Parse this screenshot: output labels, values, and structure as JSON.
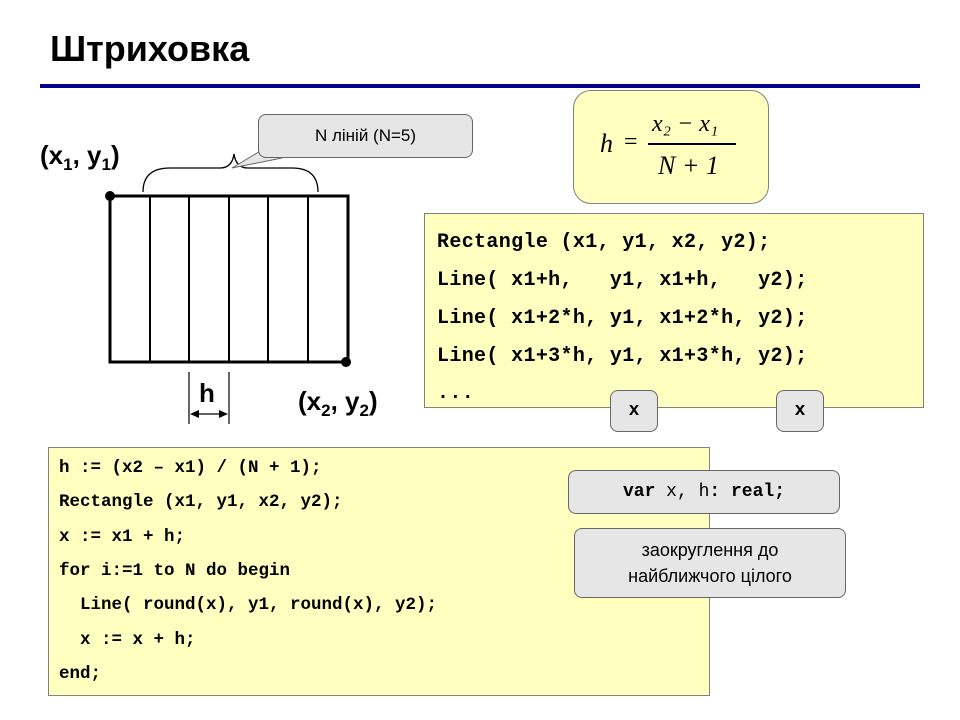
{
  "slide": {
    "title": "Штриховка"
  },
  "diagram": {
    "corner1": {
      "text": "(x",
      "sub1": "1",
      "mid": ", y",
      "sub2": "1",
      "end": ")"
    },
    "corner2": {
      "text": "(x",
      "sub1": "2",
      "mid": ", y",
      "sub2": "2",
      "end": ")"
    },
    "lines_callout": "N ліній (N=5)",
    "h_label": "h"
  },
  "formula": {
    "lhs": "h",
    "eq": "=",
    "numerator": "x₂ − x₁",
    "denominator": "N + 1"
  },
  "code_top": [
    "Rectangle (x1, y1, x2, y2);",
    "Line( x1+h,   y1, x1+h,   y2);",
    "Line( x1+2*h, y1, x1+2*h, y2);",
    "Line( x1+3*h, y1, x1+3*h, y2);",
    "..."
  ],
  "x_callouts": [
    "x",
    "x"
  ],
  "code_bottom": [
    "h := (x2 – x1) / (N + 1);",
    "Rectangle (x1, y1, x2, y2);",
    "x := x1 + h;",
    "for i:=1 to N do begin",
    "  Line( round(x), y1, round(x), y2);",
    "  x := x + h;",
    "end;"
  ],
  "var_callout": {
    "kw1": "var",
    "vars": " x, h",
    "sep": ":",
    "type": " real;"
  },
  "round_callout": {
    "line1": "заокруглення до",
    "line2": "найближчого цілого"
  },
  "colors": {
    "title_rule": "#00008b",
    "code_bg": "#ffffc0",
    "callout_bg": "#e6e6e6",
    "highlight": "#ff0000"
  }
}
